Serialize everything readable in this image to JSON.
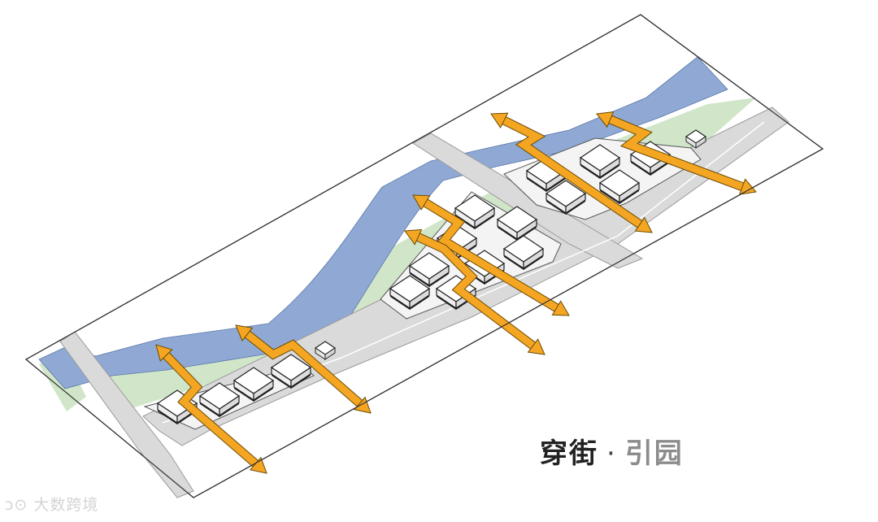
{
  "caption": {
    "primary": "穿街",
    "separator": "·",
    "secondary": "引园"
  },
  "watermark": {
    "text": "大数跨境"
  },
  "colors": {
    "river": "#8fa9d4",
    "park": "#d1e6c9",
    "road": "#dadada",
    "site": "#ffffff",
    "arrow": "#f4a623",
    "caption_primary": "#222222",
    "caption_secondary": "#8c8c8c"
  }
}
